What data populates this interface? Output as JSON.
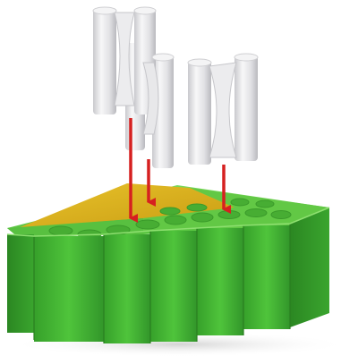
{
  "figure": {
    "subject": "",
    "colors": {
      "background": "#ffffff",
      "block_front": "#3ba52d",
      "block_front_light": "#4cc23a",
      "block_front_dark": "#2c8a22",
      "block_top": "#5ecb42",
      "block_top_light": "#7ad85a",
      "wedge": "#e0b820",
      "wedge_dark": "#c49a12",
      "shaft": "#e6e6e8",
      "shaft_shade": "#c4c4c8",
      "shaft_highlight": "#fbfbfc",
      "arrow": "#d62020",
      "shadow": "#d9d9d9"
    },
    "arrows": [
      {
        "name": "arrow-left"
      },
      {
        "name": "arrow-middle"
      },
      {
        "name": "arrow-right"
      }
    ],
    "shafts": [
      {
        "name": "left-cluster-post-a"
      },
      {
        "name": "left-cluster-post-b"
      },
      {
        "name": "left-cluster-post-c"
      },
      {
        "name": "left-cluster-post-d"
      },
      {
        "name": "right-cluster-post-a"
      },
      {
        "name": "right-cluster-post-b"
      }
    ]
  }
}
